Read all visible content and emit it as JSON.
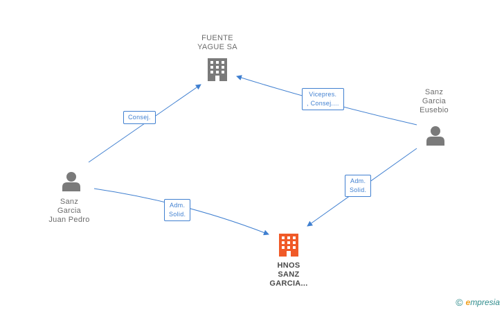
{
  "nodes": {
    "fuente": {
      "lines": [
        "FUENTE",
        "YAGUE SA"
      ],
      "icon": "building-icon"
    },
    "hnos": {
      "lines": [
        "HNOS",
        "SANZ",
        "GARCIA..."
      ],
      "icon": "building-icon"
    },
    "juanpedro": {
      "lines": [
        "Sanz",
        "Garcia",
        "Juan Pedro"
      ],
      "icon": "person-icon"
    },
    "eusebio": {
      "lines": [
        "Sanz",
        "Garcia",
        "Eusebio"
      ],
      "icon": "person-icon"
    }
  },
  "edges": {
    "consej": {
      "lines": [
        "Consej."
      ]
    },
    "vicepres": {
      "lines": [
        "Vicepres.",
        ", Consej...."
      ]
    },
    "adm_left": {
      "lines": [
        "Adm.",
        "Solid."
      ]
    },
    "adm_right": {
      "lines": [
        "Adm.",
        "Solid."
      ]
    }
  },
  "watermark": {
    "symbol": "©",
    "brand_initial": "e",
    "brand_rest": "mpresia"
  },
  "colors": {
    "edge": "#3f7fd0",
    "icon_gray": "#7a7a7a",
    "company_highlight": "#f05a28"
  }
}
